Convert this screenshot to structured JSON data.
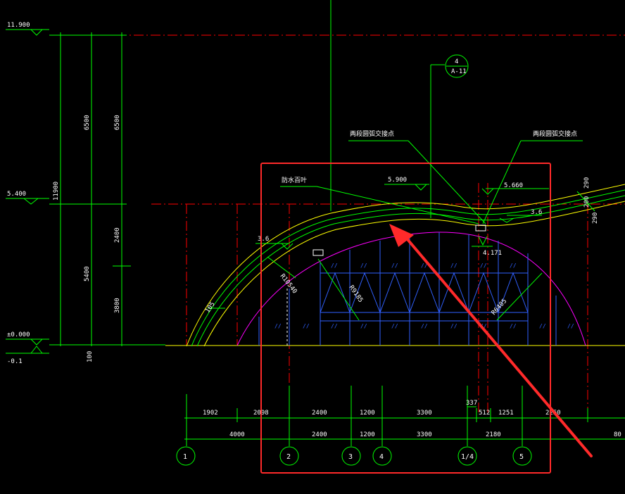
{
  "elevations": {
    "top": "11.900",
    "mid": "5.400",
    "ground": "±0.000",
    "below": "-0.1"
  },
  "vertical_dims": {
    "d6500a": "6500",
    "d6500b": "6500",
    "d11900": "11900",
    "d5400": "5400",
    "d2400": "2400",
    "d3800": "3800",
    "d100": "100"
  },
  "annotations": {
    "waterproof": "防水百叶",
    "arc_joint_left": "两段圆弧交接点",
    "arc_joint_right": "两段圆弧交接点",
    "elev_5900": "5.900",
    "elev_5660": "5.660",
    "elev_4171": "4.171",
    "slope_left": "3.6",
    "slope_right": "3.6",
    "r10540": "R10540",
    "r9185": "R9185",
    "r6405": "R6405",
    "r_small": "105",
    "right_290a": "290",
    "right_290b": "290",
    "right_200": "200",
    "detail_num": "4",
    "detail_sub": "A-11",
    "d337": "337"
  },
  "dims_row1": [
    "1902",
    "2098",
    "2400",
    "1200",
    "3300",
    "512",
    "1251",
    "2250"
  ],
  "dims_row2": [
    "4000",
    "2400",
    "1200",
    "3300",
    "2180",
    "80"
  ],
  "grid_axes": [
    "1",
    "2",
    "3",
    "4",
    "1/4",
    "5"
  ],
  "colors": {
    "background": "#000000",
    "dim_line": "#00ff00",
    "arc": "#ff00ff",
    "red_axis": "#ff0000",
    "yellow": "#ffff00",
    "blue_frame": "#3060ff",
    "highlight_box": "#ff2a2a"
  }
}
